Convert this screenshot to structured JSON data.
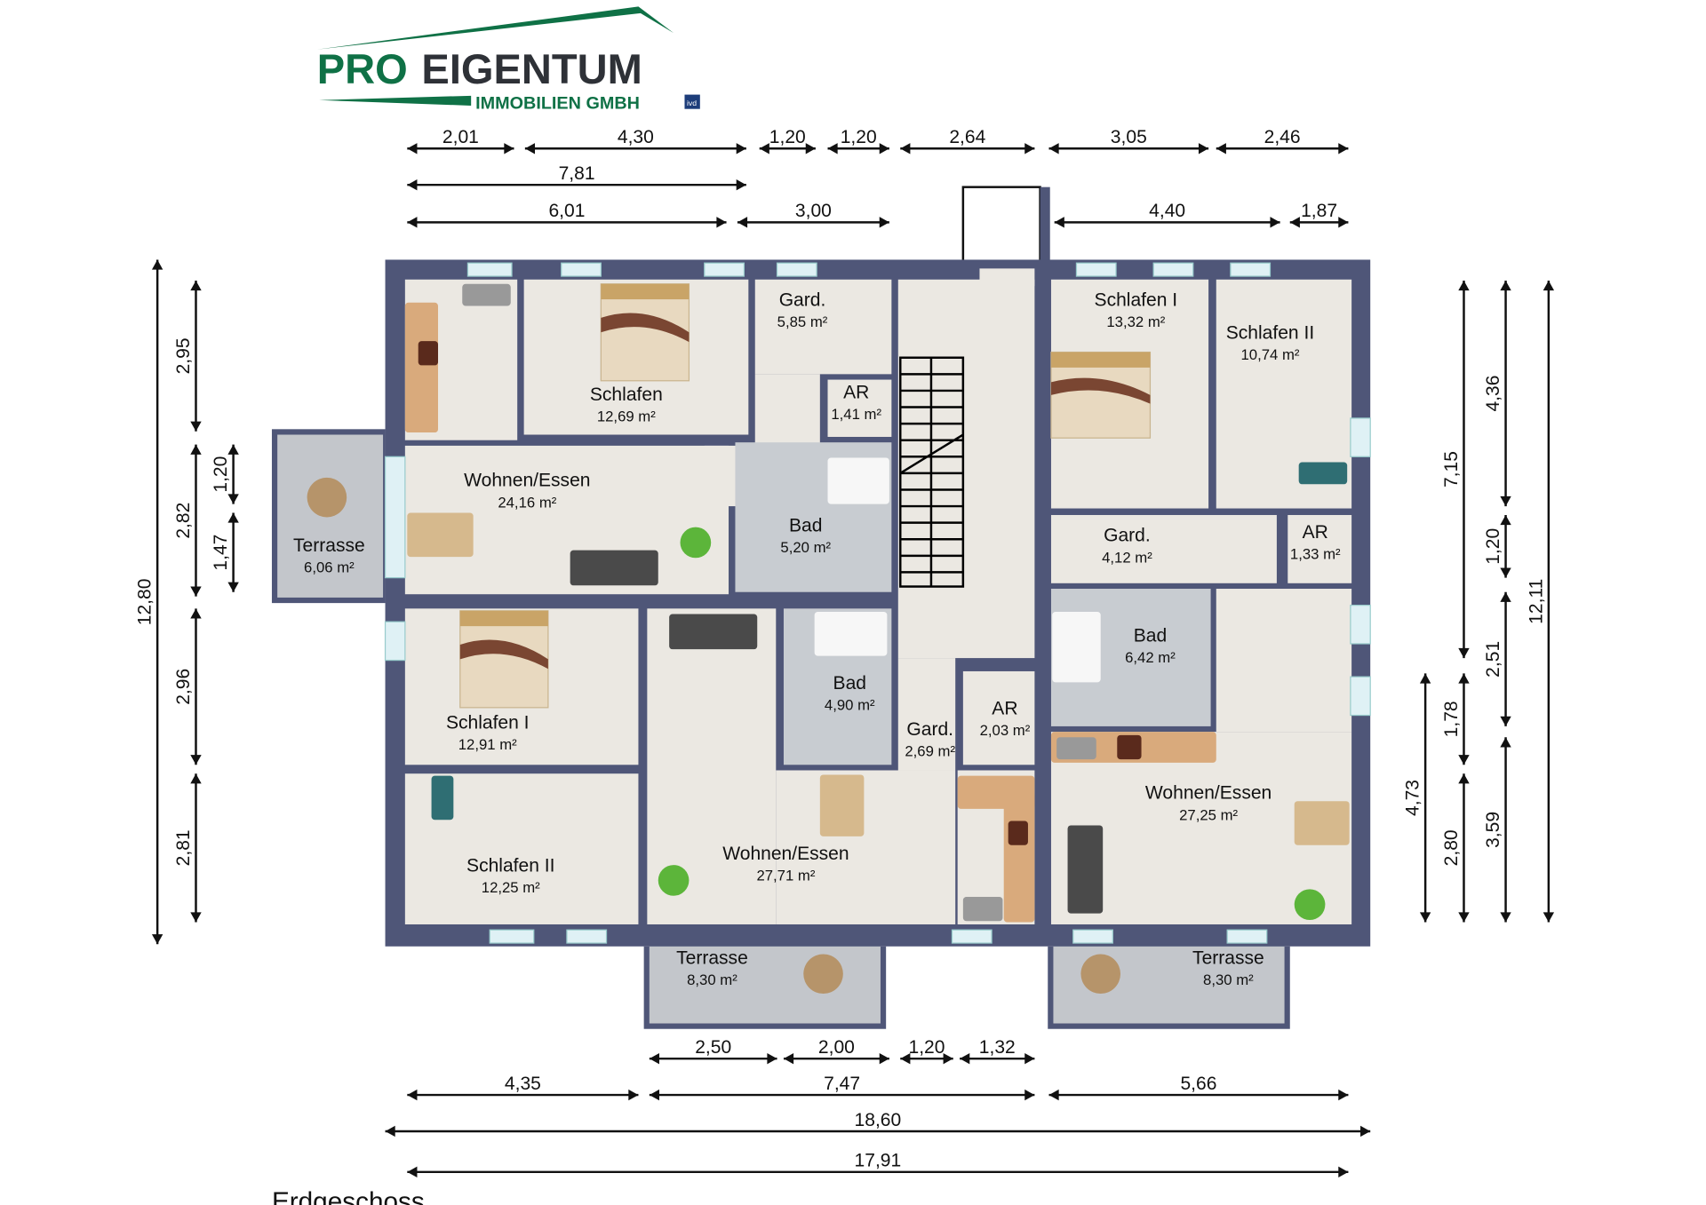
{
  "logo": {
    "brand_pro": "PRO",
    "brand_rest": "EIGENTUM",
    "subtitle": "IMMOBILIEN GMBH",
    "badge": "ivd"
  },
  "floor_title": "Erdgeschoss",
  "colors": {
    "wall": "#4f5678",
    "floor": "#ebe8e2",
    "tile": "#c8ccd1",
    "terrace": "#c3c6cb",
    "logo_green": "#0f7146",
    "logo_dark": "#2e3137"
  },
  "rooms": [
    {
      "name": "Gard.",
      "area": "5,85 m²"
    },
    {
      "name": "Schlafen",
      "area": "12,69 m²"
    },
    {
      "name": "AR",
      "area": "1,41 m²"
    },
    {
      "name": "Wohnen/Essen",
      "area": "24,16 m²"
    },
    {
      "name": "Bad",
      "area": "5,20 m²"
    },
    {
      "name": "Terrasse",
      "area": "6,06 m²"
    },
    {
      "name": "Schlafen I",
      "area": "13,32 m²"
    },
    {
      "name": "Schlafen II",
      "area": "10,74 m²"
    },
    {
      "name": "Gard.",
      "area": "4,12 m²"
    },
    {
      "name": "AR",
      "area": "1,33 m²"
    },
    {
      "name": "Bad",
      "area": "6,42 m²"
    },
    {
      "name": "Wohnen/Essen",
      "area": "27,25 m²"
    },
    {
      "name": "Schlafen I",
      "area": "12,91 m²"
    },
    {
      "name": "Schlafen II",
      "area": "12,25 m²"
    },
    {
      "name": "Bad",
      "area": "4,90 m²"
    },
    {
      "name": "Wohnen/Essen",
      "area": "27,71 m²"
    },
    {
      "name": "Gard.",
      "area": "2,69 m²"
    },
    {
      "name": "AR",
      "area": "2,03 m²"
    },
    {
      "name": "Terrasse",
      "area": "8,30 m²"
    },
    {
      "name": "Terrasse",
      "area": "8,30 m²"
    }
  ],
  "dimensions": {
    "top": [
      "2,01",
      "4,30",
      "1,20",
      "1,20",
      "2,64",
      "3,05",
      "2,46",
      "7,81",
      "6,01",
      "3,00",
      "4,40",
      "1,87"
    ],
    "bottom": [
      "2,50",
      "2,00",
      "1,20",
      "1,32",
      "4,35",
      "7,47",
      "5,66",
      "18,60",
      "17,91"
    ],
    "left": [
      "12,80",
      "2,95",
      "2,82",
      "2,96",
      "2,81",
      "1,20",
      "1,47"
    ],
    "right": [
      "4,73",
      "7,15",
      "1,78",
      "2,80",
      "4,36",
      "1,20",
      "2,51",
      "3,59",
      "12,11"
    ]
  }
}
